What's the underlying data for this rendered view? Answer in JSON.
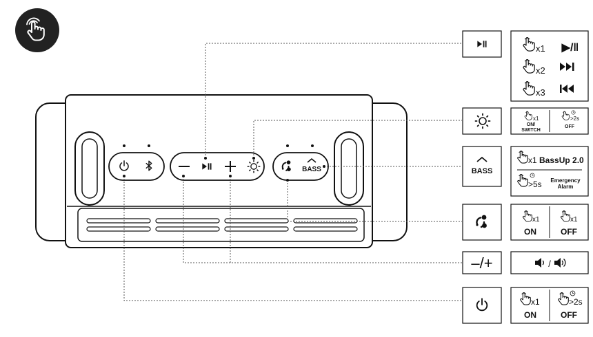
{
  "header": {
    "icon": "hand-touch-icon"
  },
  "speaker": {
    "button_groups": [
      {
        "id": "power-bt",
        "icons": [
          "power-icon",
          "bluetooth-icon"
        ]
      },
      {
        "id": "playback",
        "icons": [
          "minus-icon",
          "play-pause-icon",
          "plus-icon",
          "light-icon"
        ]
      },
      {
        "id": "party-bass",
        "icons": [
          "partycast-icon",
          "bass-icon"
        ],
        "bass_label": "BASS"
      }
    ]
  },
  "functions": [
    {
      "id": "play-pause",
      "button": {
        "icon": "play-pause-icon"
      },
      "actions": [
        {
          "gesture": "tap-icon",
          "count": "x1",
          "result_icon": "play-pause-icon",
          "result": "▶/‖"
        },
        {
          "gesture": "tap-icon",
          "count": "x2",
          "result_icon": "next-track-icon"
        },
        {
          "gesture": "tap-icon",
          "count": "x3",
          "result_icon": "previous-track-icon"
        }
      ]
    },
    {
      "id": "light",
      "button": {
        "icon": "light-icon"
      },
      "actions": [
        {
          "gesture": "tap-icon",
          "count": "x1",
          "result": [
            "ON/",
            "SWITCH"
          ]
        },
        {
          "gesture": "hold-icon",
          "count": ">2s",
          "result": "OFF"
        }
      ]
    },
    {
      "id": "bass",
      "button": {
        "icon": "bass-icon",
        "label": "BASS"
      },
      "actions": [
        {
          "gesture": "tap-icon",
          "count": "x1",
          "result": "BassUp 2.0"
        },
        {
          "gesture": "hold-icon",
          "count": ">5s",
          "result": [
            "Emergency",
            "Alarm"
          ]
        }
      ]
    },
    {
      "id": "partycast",
      "button": {
        "icon": "partycast-icon"
      },
      "actions": [
        {
          "gesture": "tap-icon",
          "count": "x1",
          "result": "ON"
        },
        {
          "gesture": "tap-icon",
          "count": "x1",
          "result": "OFF"
        }
      ]
    },
    {
      "id": "volume",
      "button": {
        "icon": "volume-minus-plus-icon",
        "label": "–/+"
      },
      "actions": [
        {
          "result_icon": "volume-down-up-icon",
          "result": "/"
        }
      ]
    },
    {
      "id": "power",
      "button": {
        "icon": "power-icon"
      },
      "actions": [
        {
          "gesture": "tap-icon",
          "count": "x1",
          "result": "ON"
        },
        {
          "gesture": "hold-icon",
          "count": ">2s",
          "result": "OFF"
        }
      ]
    }
  ]
}
